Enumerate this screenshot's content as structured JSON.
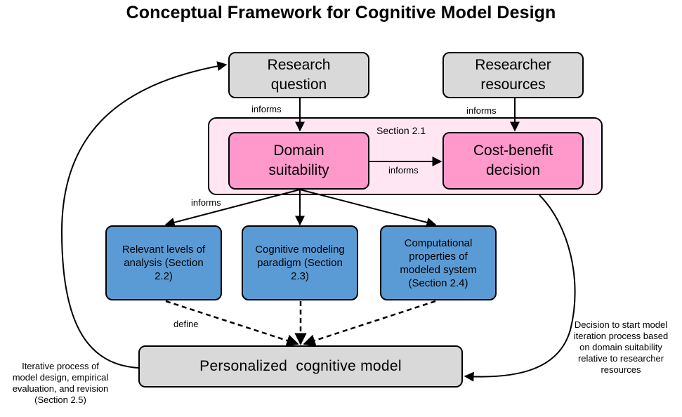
{
  "title": "Conceptual Framework for Cognitive Model Design",
  "nodes": {
    "research_question": "Research\nquestion",
    "researcher_resources": "Researcher\nresources",
    "section_label": "Section 2.1",
    "domain_suitability": "Domain\nsuitability",
    "cost_benefit": "Cost-benefit\ndecision",
    "levels_analysis": "Relevant levels of\nanalysis (Section\n2.2)",
    "modeling_paradigm": "Cognitive modeling\nparadigm (Section\n2.3)",
    "computational_properties": "Computational\nproperties of\nmodeled system\n(Section 2.4)",
    "personalized_model": "Personalized  cognitive model"
  },
  "edge_labels": {
    "informs_rq": "informs",
    "informs_rr": "informs",
    "informs_ds_cb": "informs",
    "informs_ds_children": "informs",
    "define": "define"
  },
  "notes": {
    "iterative": "Iterative process of\nmodel design, empirical\nevaluation, and revision\n(Section 2.5)",
    "decision": "Decision to start model\niteration process based\non domain suitability\nrelative to researcher\nresources"
  },
  "colors": {
    "gray_box": "#d9d9d9",
    "pink_box": "#ff99cc",
    "section_fill": "#ffe6f2",
    "blue_box": "#5b9bd5"
  }
}
